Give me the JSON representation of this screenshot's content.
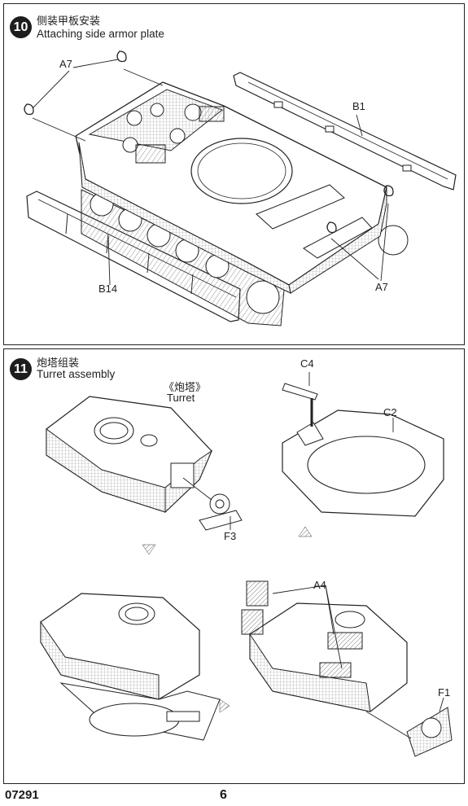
{
  "steps": [
    {
      "number": "10",
      "title_cn": "侧装甲板安装",
      "title_en": "Attaching side armor plate",
      "labels": {
        "a7_top": "A7",
        "b1": "B1",
        "b14": "B14",
        "a7_bottom": "A7"
      }
    },
    {
      "number": "11",
      "title_cn": "炮塔组装",
      "title_en": "Turret assembly",
      "labels": {
        "turret_cn": "《炮塔》",
        "turret_en": "Turret",
        "c4": "C4",
        "c2": "C2",
        "f3": "F3",
        "a4": "A4",
        "f1": "F1"
      }
    }
  ],
  "footer": {
    "product_code": "07291",
    "page_number": "6"
  }
}
